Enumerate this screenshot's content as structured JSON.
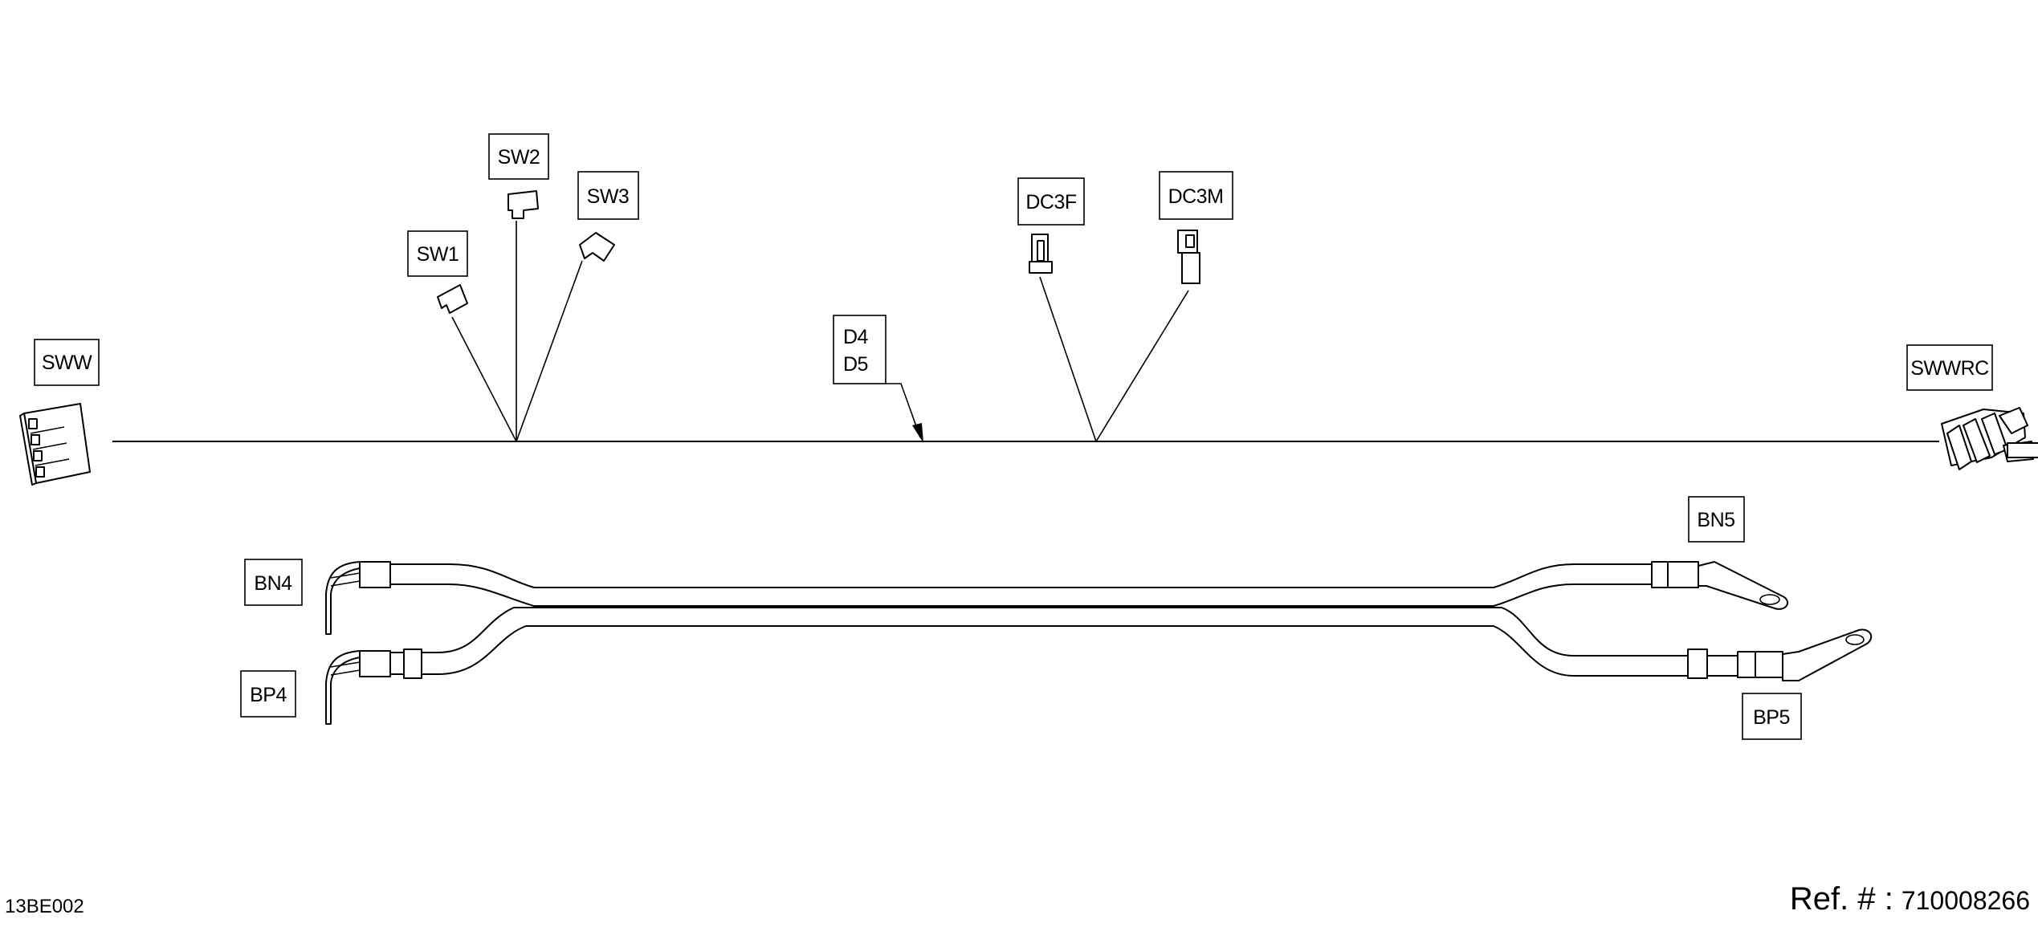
{
  "drawing_id": "13BE002",
  "reference": {
    "label": "Ref. # :",
    "number": "710008266"
  },
  "labels": {
    "sww": "SWW",
    "sw1": "SW1",
    "sw2": "SW2",
    "sw3": "SW3",
    "d4": "D4",
    "d5": "D5",
    "dc3f": "DC3F",
    "dc3m": "DC3M",
    "swwrc": "SWWRC",
    "bn4": "BN4",
    "bn5": "BN5",
    "bp4": "BP4",
    "bp5": "BP5"
  }
}
